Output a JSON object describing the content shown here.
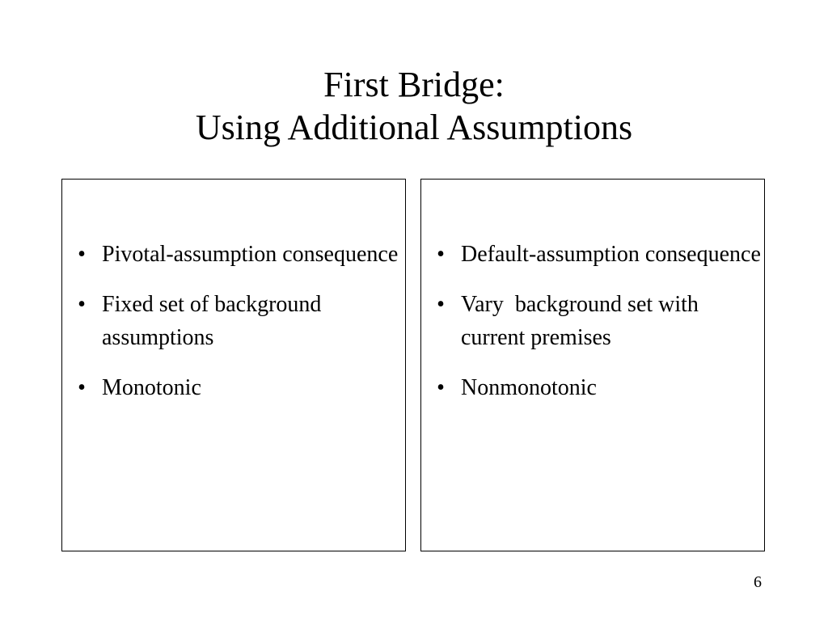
{
  "slide": {
    "title_line_1": "First Bridge:",
    "title_line_2": "Using Additional Assumptions",
    "page_number": "6"
  },
  "left_box": {
    "items": [
      {
        "bullet": "•",
        "text": "Pivotal-assumption consequence"
      },
      {
        "bullet": "•",
        "text": "Fixed set of background assumptions"
      },
      {
        "bullet": "•",
        "text": "Monotonic"
      }
    ]
  },
  "right_box": {
    "items": [
      {
        "bullet": "•",
        "text": "Default-assumption consequence"
      },
      {
        "bullet": "•",
        "text": "Vary  background set with current premises"
      },
      {
        "bullet": "•",
        "text": "Nonmonotonic"
      }
    ]
  }
}
